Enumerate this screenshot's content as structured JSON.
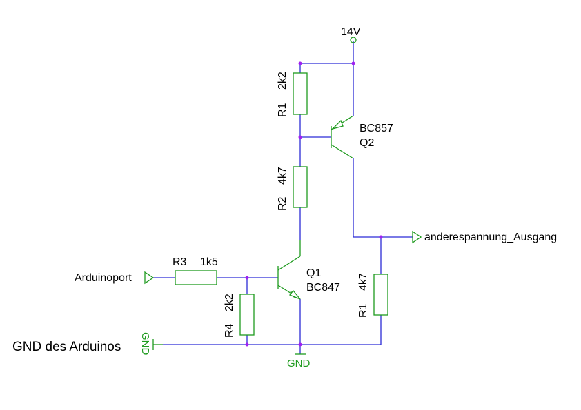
{
  "colors": {
    "wire": "#2b2bd6",
    "component": "#1e9a1e",
    "junction": "#a020f0",
    "text": "#000000",
    "supply": "#1e9a1e"
  },
  "supply": {
    "label": "14V"
  },
  "components": {
    "r1_top": {
      "name": "R1",
      "value": "2k2"
    },
    "r2": {
      "name": "R2",
      "value": "4k7"
    },
    "r3": {
      "name": "R3",
      "value": "1k5"
    },
    "r4": {
      "name": "R4",
      "value": "2k2"
    },
    "r1_out": {
      "name": "R1",
      "value": "4k7"
    },
    "q1": {
      "name": "Q1",
      "type": "BC847"
    },
    "q2": {
      "name": "Q2",
      "type": "BC857"
    }
  },
  "ports": {
    "input": "Arduinoport",
    "output": "anderespannung_Ausgang"
  },
  "ground": {
    "left_symbol": "GND",
    "bottom_symbol": "GND",
    "caption": "GND des Arduinos"
  }
}
